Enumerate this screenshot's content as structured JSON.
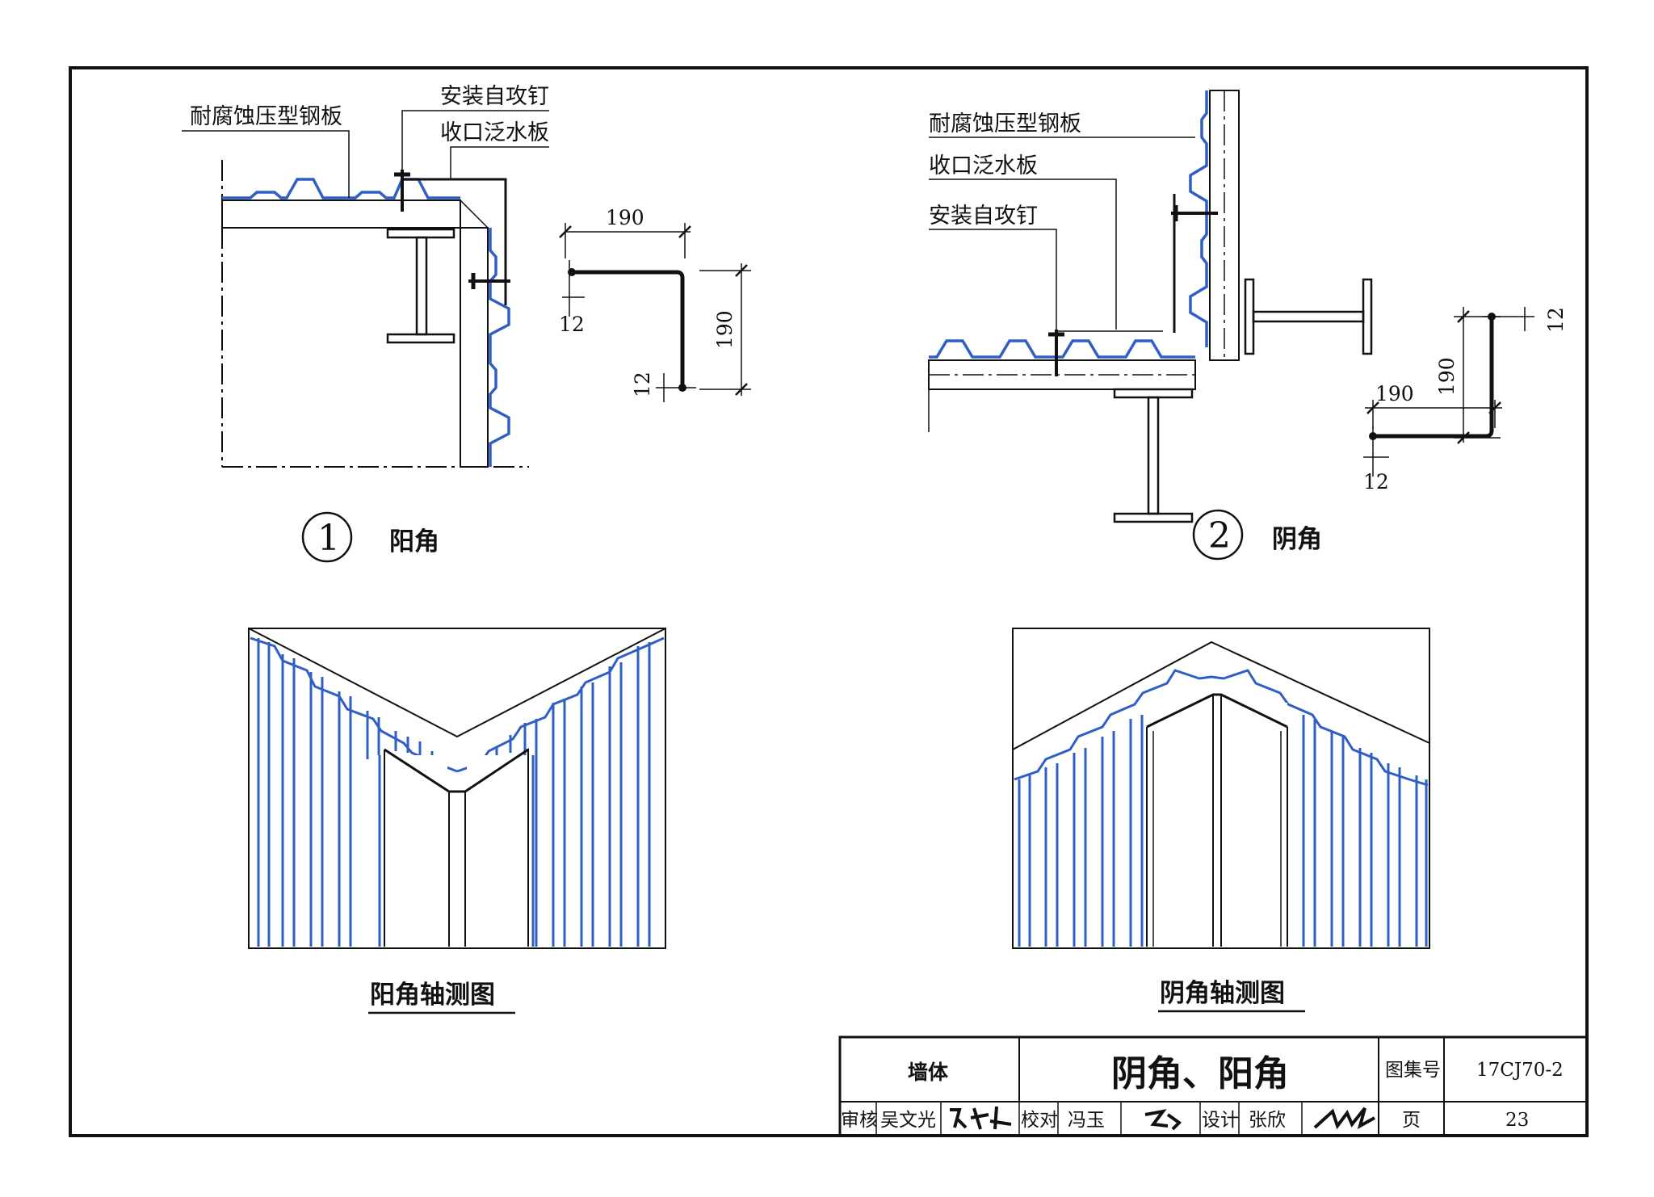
{
  "labels": {
    "panel": "耐腐蚀压型钢板",
    "screw": "安装自攻钉",
    "flashing": "收口泛水板"
  },
  "dims": {
    "len": "190",
    "hook": "12"
  },
  "details": {
    "d1_num": "1",
    "d1_name": "阳角",
    "d2_num": "2",
    "d2_name": "阴角",
    "iso1": "阳角轴测图",
    "iso2": "阴角轴测图"
  },
  "title_block": {
    "category": "墙体",
    "title": "阴角、阳角",
    "atlas_label": "图集号",
    "atlas_no": "17CJ70-2",
    "review_label": "审核",
    "reviewer": "吴文光",
    "check_label": "校对",
    "checker": "冯玉",
    "design_label": "设计",
    "designer": "张欣",
    "page_label": "页",
    "page_no": "23"
  },
  "colors": {
    "steel_blue": "#2f5fc4",
    "line": "#111111"
  }
}
